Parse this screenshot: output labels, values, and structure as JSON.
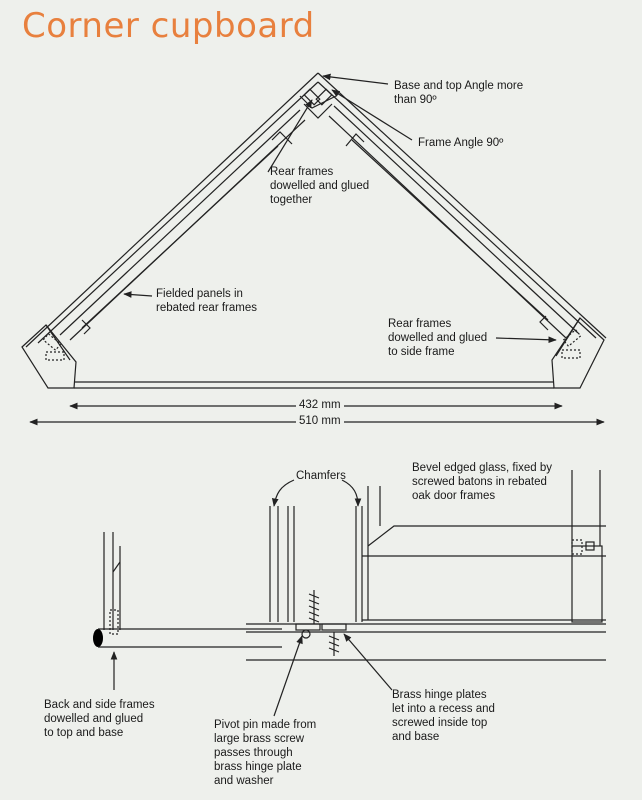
{
  "title": "Corner cupboard",
  "labels": {
    "base_top_angle": [
      "Base and top Angle more",
      "than 90º"
    ],
    "frame_angle": [
      "Frame Angle 90º"
    ],
    "rear_frames_dowelled": [
      "Rear frames",
      "dowelled and glued",
      "together"
    ],
    "fielded_panels": [
      "Fielded panels in",
      "rebated rear frames"
    ],
    "rear_frames_side": [
      "Rear frames",
      "dowelled and glued",
      "to side frame"
    ],
    "chamfers": [
      "Chamfers"
    ],
    "bevel_glass": [
      "Bevel edged glass, fixed by",
      "screwed batons in rebated",
      "oak door frames"
    ],
    "back_side_frames": [
      "Back and side frames",
      "dowelled and glued",
      "to top and base"
    ],
    "pivot_pin": [
      "Pivot pin made from",
      "large brass screw",
      "passes through",
      "brass hinge plate",
      "and washer"
    ],
    "brass_hinge_plates": [
      "Brass hinge plates",
      "let into a recess and",
      "screwed inside top",
      "and base"
    ]
  },
  "dimensions": {
    "inner_width": "432 mm",
    "outer_width": "510 mm"
  }
}
